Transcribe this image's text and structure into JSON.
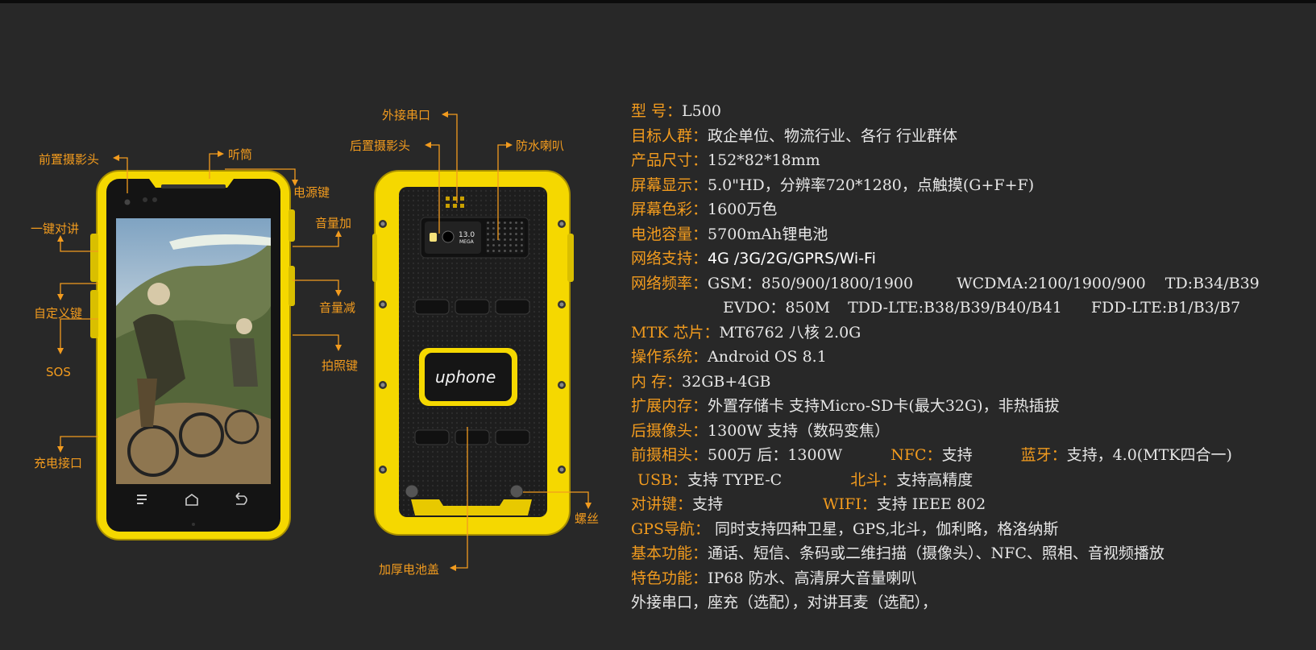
{
  "labels": {
    "front_camera": "前置摄影头",
    "earpiece": "听筒",
    "power_key": "电源键",
    "ptt_key": "一键对讲",
    "volume_up": "音量加",
    "custom_key": "自定义键",
    "volume_down": "音量减",
    "sos": "SOS",
    "shutter_key": "拍照键",
    "charging_port": "充电接口",
    "external_port": "外接串口",
    "rear_camera": "后置摄影头",
    "waterproof_speaker": "防水喇叭",
    "screw": "螺丝",
    "battery_cover": "加厚电池盖",
    "brand": "uphone",
    "camera_mp": "13.0",
    "camera_mega": "MEGA"
  },
  "colors": {
    "background": "#282828",
    "accent": "#f29b1e",
    "phone_body": "#f5d800",
    "text": "#e6e6e6"
  },
  "specs": {
    "model_k": "型     号：",
    "model_v": "L500",
    "target_k": "目标人群：",
    "target_v": "政企单位、物流行业、各行 行业群体",
    "size_k": "产品尺寸：",
    "size_v": "152*82*18mm",
    "display_k": "屏幕显示：",
    "display_v": "5.0\"HD，分辨率720*1280，点触摸(G+F+F)",
    "color_k": "屏幕色彩：",
    "color_v": "1600万色",
    "battery_k": "电池容量：",
    "battery_v": "5700mAh锂电池",
    "network_k": "网络支持：",
    "network_v": "4G /3G/2G/GPRS/Wi-Fi",
    "freq_k": "网络频率：",
    "freq_gsm": "GSM：850/900/1800/1900",
    "freq_wcdma": "WCDMA:2100/1900/900",
    "freq_td": "TD:B34/B39",
    "freq_evdo": "EVDO：850M",
    "freq_tdd": "TDD-LTE:B38/B39/B40/B41",
    "freq_fdd": "FDD-LTE:B1/B3/B7",
    "chip_k": "MTK 芯片：",
    "chip_v": "MT6762 八核 2.0G",
    "os_k": "操作系统：",
    "os_v": "Android OS 8.1",
    "memory_k": "内    存：",
    "memory_v": "32GB+4GB",
    "storage_k": "扩展内存：",
    "storage_v": "外置存储卡 支持Micro-SD卡(最大32G)，非热插拔",
    "rearcam_k": "后摄像头：",
    "rearcam_v": "1300W 支持（数码变焦）",
    "frontcam_k": "前摄相头：",
    "frontcam_v": "500万   后：1300W",
    "nfc_k": "NFC：",
    "nfc_v": "支持",
    "bt_k": "蓝牙：",
    "bt_v": "支持，4.0(MTK四合一)",
    "usb_k": "USB：",
    "usb_v": "支持 TYPE-C",
    "beidou_k": "北斗：",
    "beidou_v": "支持高精度",
    "ptt_k": "对讲键：",
    "ptt_v": "支持",
    "wifi_k": "WIFI：",
    "wifi_v": "支持 IEEE 802",
    "gps_k": "GPS导航：",
    "gps_v": " 同时支持四种卫星，GPS,北斗，伽利略，格洛纳斯",
    "basic_k": "基本功能：",
    "basic_v": "通话、短信、条码或二维扫描（摄像头）、NFC、照相、音视频播放",
    "feature_k": "特色功能：",
    "feature_v": "IP68 防水、高清屏大音量喇叭",
    "extra_v": "外接串口，座充（选配），对讲耳麦（选配），"
  }
}
